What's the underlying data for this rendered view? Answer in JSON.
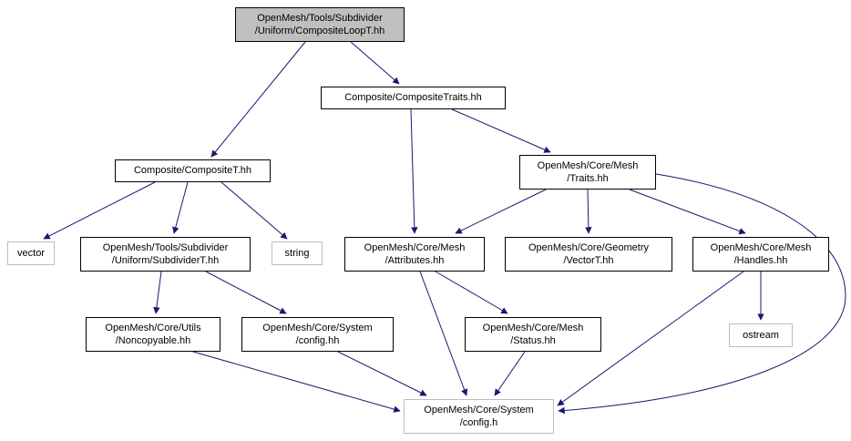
{
  "graph": {
    "kind": "include-dependency-graph",
    "arrow_color": "#191970",
    "highlight_fill": "#bfbfbf",
    "nodes": [
      {
        "id": "composite-loop-t",
        "label": "OpenMesh/Tools/Subdivider\n/Uniform/CompositeLoopT.hh",
        "type": "current"
      },
      {
        "id": "composite-traits",
        "label": "Composite/CompositeTraits.hh",
        "type": "internal"
      },
      {
        "id": "composite-t",
        "label": "Composite/CompositeT.hh",
        "type": "internal"
      },
      {
        "id": "mesh-traits",
        "label": "OpenMesh/Core/Mesh\n/Traits.hh",
        "type": "internal"
      },
      {
        "id": "vector",
        "label": "vector",
        "type": "external"
      },
      {
        "id": "subdivider-t",
        "label": "OpenMesh/Tools/Subdivider\n/Uniform/SubdividerT.hh",
        "type": "internal"
      },
      {
        "id": "string",
        "label": "string",
        "type": "external"
      },
      {
        "id": "attributes",
        "label": "OpenMesh/Core/Mesh\n/Attributes.hh",
        "type": "internal"
      },
      {
        "id": "vectort",
        "label": "OpenMesh/Core/Geometry\n/VectorT.hh",
        "type": "internal"
      },
      {
        "id": "handles",
        "label": "OpenMesh/Core/Mesh\n/Handles.hh",
        "type": "internal"
      },
      {
        "id": "noncopyable",
        "label": "OpenMesh/Core/Utils\n/Noncopyable.hh",
        "type": "internal"
      },
      {
        "id": "config-hh",
        "label": "OpenMesh/Core/System\n/config.hh",
        "type": "internal"
      },
      {
        "id": "status",
        "label": "OpenMesh/Core/Mesh\n/Status.hh",
        "type": "internal"
      },
      {
        "id": "ostream",
        "label": "ostream",
        "type": "external"
      },
      {
        "id": "config-h",
        "label": "OpenMesh/Core/System\n/config.h",
        "type": "external"
      }
    ],
    "edges": [
      {
        "from": "composite-loop-t",
        "to": "composite-t"
      },
      {
        "from": "composite-loop-t",
        "to": "composite-traits"
      },
      {
        "from": "composite-traits",
        "to": "attributes"
      },
      {
        "from": "composite-traits",
        "to": "mesh-traits"
      },
      {
        "from": "composite-t",
        "to": "vector"
      },
      {
        "from": "composite-t",
        "to": "subdivider-t"
      },
      {
        "from": "composite-t",
        "to": "string"
      },
      {
        "from": "mesh-traits",
        "to": "attributes"
      },
      {
        "from": "mesh-traits",
        "to": "vectort"
      },
      {
        "from": "mesh-traits",
        "to": "handles"
      },
      {
        "from": "mesh-traits",
        "to": "config-h"
      },
      {
        "from": "subdivider-t",
        "to": "noncopyable"
      },
      {
        "from": "subdivider-t",
        "to": "config-hh"
      },
      {
        "from": "attributes",
        "to": "status"
      },
      {
        "from": "attributes",
        "to": "config-h"
      },
      {
        "from": "handles",
        "to": "ostream"
      },
      {
        "from": "handles",
        "to": "config-h"
      },
      {
        "from": "noncopyable",
        "to": "config-h"
      },
      {
        "from": "config-hh",
        "to": "config-h"
      },
      {
        "from": "status",
        "to": "config-h"
      }
    ]
  }
}
